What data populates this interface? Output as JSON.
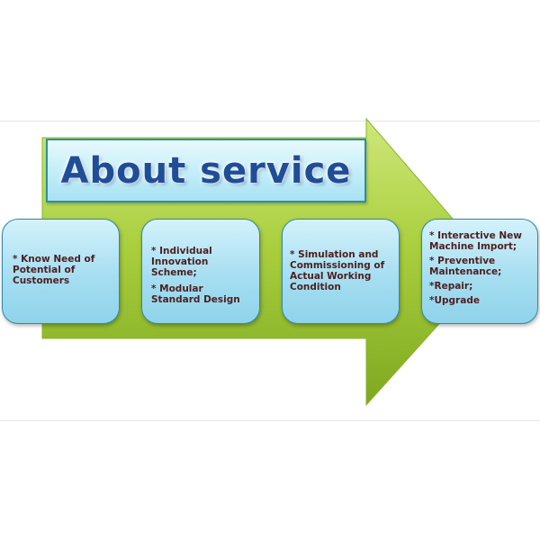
{
  "title": "About service",
  "colors": {
    "arrow_green_light": "#b4d84a",
    "arrow_green_dark": "#7ea820",
    "title_text": "#1f4e96",
    "card_fill": "#a6def1",
    "card_text": "#4d1f1f"
  },
  "cards": [
    {
      "lines": [
        "* Know Need of Potential of Customers"
      ]
    },
    {
      "lines": [
        "* Individual Innovation Scheme;",
        "* Modular Standard Design"
      ]
    },
    {
      "lines": [
        "* Simulation and Commissioning of Actual Working Condition"
      ]
    },
    {
      "lines": [
        "* Interactive New Machine Import;",
        "* Preventive Maintenance;",
        "*Repair;",
        "*Upgrade"
      ]
    }
  ]
}
